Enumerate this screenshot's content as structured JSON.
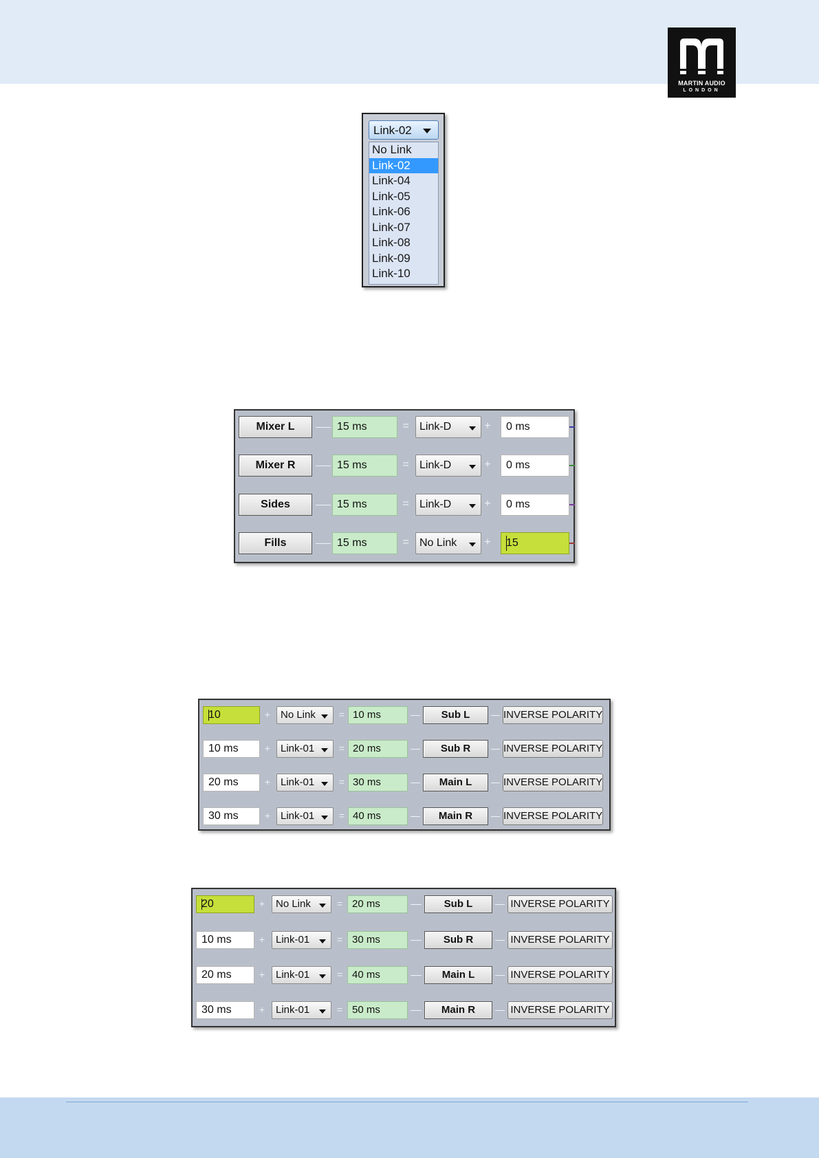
{
  "logo": {
    "line1": "MARTIN AUDIO",
    "line2": "LONDON"
  },
  "dropdown": {
    "selected": "Link-02",
    "options": [
      "No Link",
      "Link-02",
      "Link-04",
      "Link-05",
      "Link-06",
      "Link-07",
      "Link-08",
      "Link-09",
      "Link-10"
    ],
    "highlighted_index": 1
  },
  "panel1": {
    "rows": [
      {
        "name": "Mixer L",
        "delay": "15 ms",
        "eq": "=",
        "link": "Link-D",
        "plus": "+",
        "offset": "0 ms",
        "active": false,
        "stub_color": "#3a3aa8"
      },
      {
        "name": "Mixer R",
        "delay": "15 ms",
        "eq": "=",
        "link": "Link-D",
        "plus": "+",
        "offset": "0 ms",
        "active": false,
        "stub_color": "#3a8a3a"
      },
      {
        "name": "Sides",
        "delay": "15 ms",
        "eq": "=",
        "link": "Link-D",
        "plus": "+",
        "offset": "0 ms",
        "active": false,
        "stub_color": "#7a3a9a"
      },
      {
        "name": "Fills",
        "delay": "15 ms",
        "eq": "=",
        "link": "No Link",
        "plus": "+",
        "offset": "15",
        "active": true,
        "stub_color": "#9a3a3a"
      }
    ]
  },
  "panel2": {
    "rows": [
      {
        "input": "10",
        "plus": "+",
        "link": "No Link",
        "eq": "=",
        "total": "10 ms",
        "name": "Sub L",
        "button": "INVERSE POLARITY",
        "active": true
      },
      {
        "input": "10 ms",
        "plus": "+",
        "link": "Link-01",
        "eq": "=",
        "total": "20 ms",
        "name": "Sub R",
        "button": "INVERSE POLARITY",
        "active": false
      },
      {
        "input": "20 ms",
        "plus": "+",
        "link": "Link-01",
        "eq": "=",
        "total": "30 ms",
        "name": "Main L",
        "button": "INVERSE POLARITY",
        "active": false
      },
      {
        "input": "30 ms",
        "plus": "+",
        "link": "Link-01",
        "eq": "=",
        "total": "40 ms",
        "name": "Main R",
        "button": "INVERSE POLARITY",
        "active": false
      }
    ]
  },
  "panel3": {
    "rows": [
      {
        "input": "20",
        "plus": "+",
        "link": "No Link",
        "eq": "=",
        "total": "20 ms",
        "name": "Sub L",
        "button": "INVERSE POLARITY",
        "active": true
      },
      {
        "input": "10 ms",
        "plus": "+",
        "link": "Link-01",
        "eq": "=",
        "total": "30 ms",
        "name": "Sub R",
        "button": "INVERSE POLARITY",
        "active": false
      },
      {
        "input": "20 ms",
        "plus": "+",
        "link": "Link-01",
        "eq": "=",
        "total": "40 ms",
        "name": "Main L",
        "button": "INVERSE POLARITY",
        "active": false
      },
      {
        "input": "30 ms",
        "plus": "+",
        "link": "Link-01",
        "eq": "=",
        "total": "50 ms",
        "name": "Main R",
        "button": "INVERSE POLARITY",
        "active": false
      }
    ]
  }
}
